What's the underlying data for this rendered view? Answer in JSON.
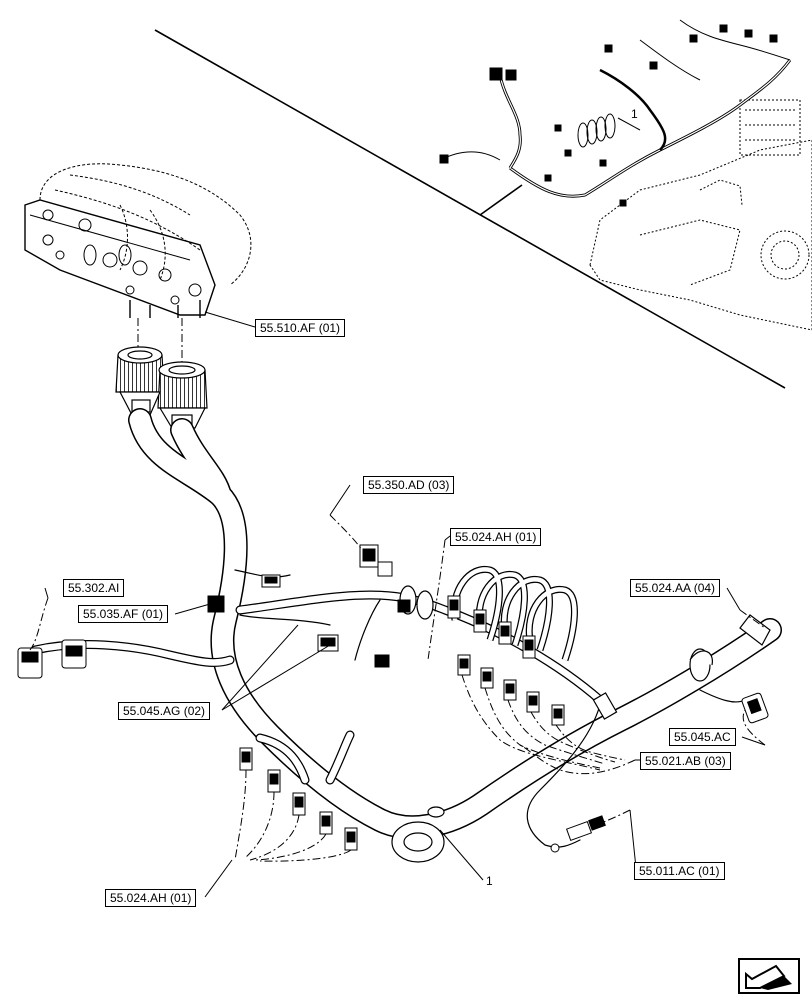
{
  "labels": {
    "l55510af": "55.510.AF (01)",
    "l55350ad": "55.350.AD (03)",
    "l55024ah_top": "55.024.AH (01)",
    "l55302ai": "55.302.AI",
    "l55035af": "55.035.AF (01)",
    "l55024aa": "55.024.AA (04)",
    "l55045ag": "55.045.AG (02)",
    "l55045ac": "55.045.AC",
    "l55021ab": "55.021.AB (03)",
    "l55011ac": "55.011.AC (01)",
    "l55024ah_bottom": "55.024.AH (01)"
  },
  "callouts": {
    "item_inset": "1",
    "item_main": "1"
  },
  "icons": {
    "nav": "next-page-arrow-icon"
  }
}
